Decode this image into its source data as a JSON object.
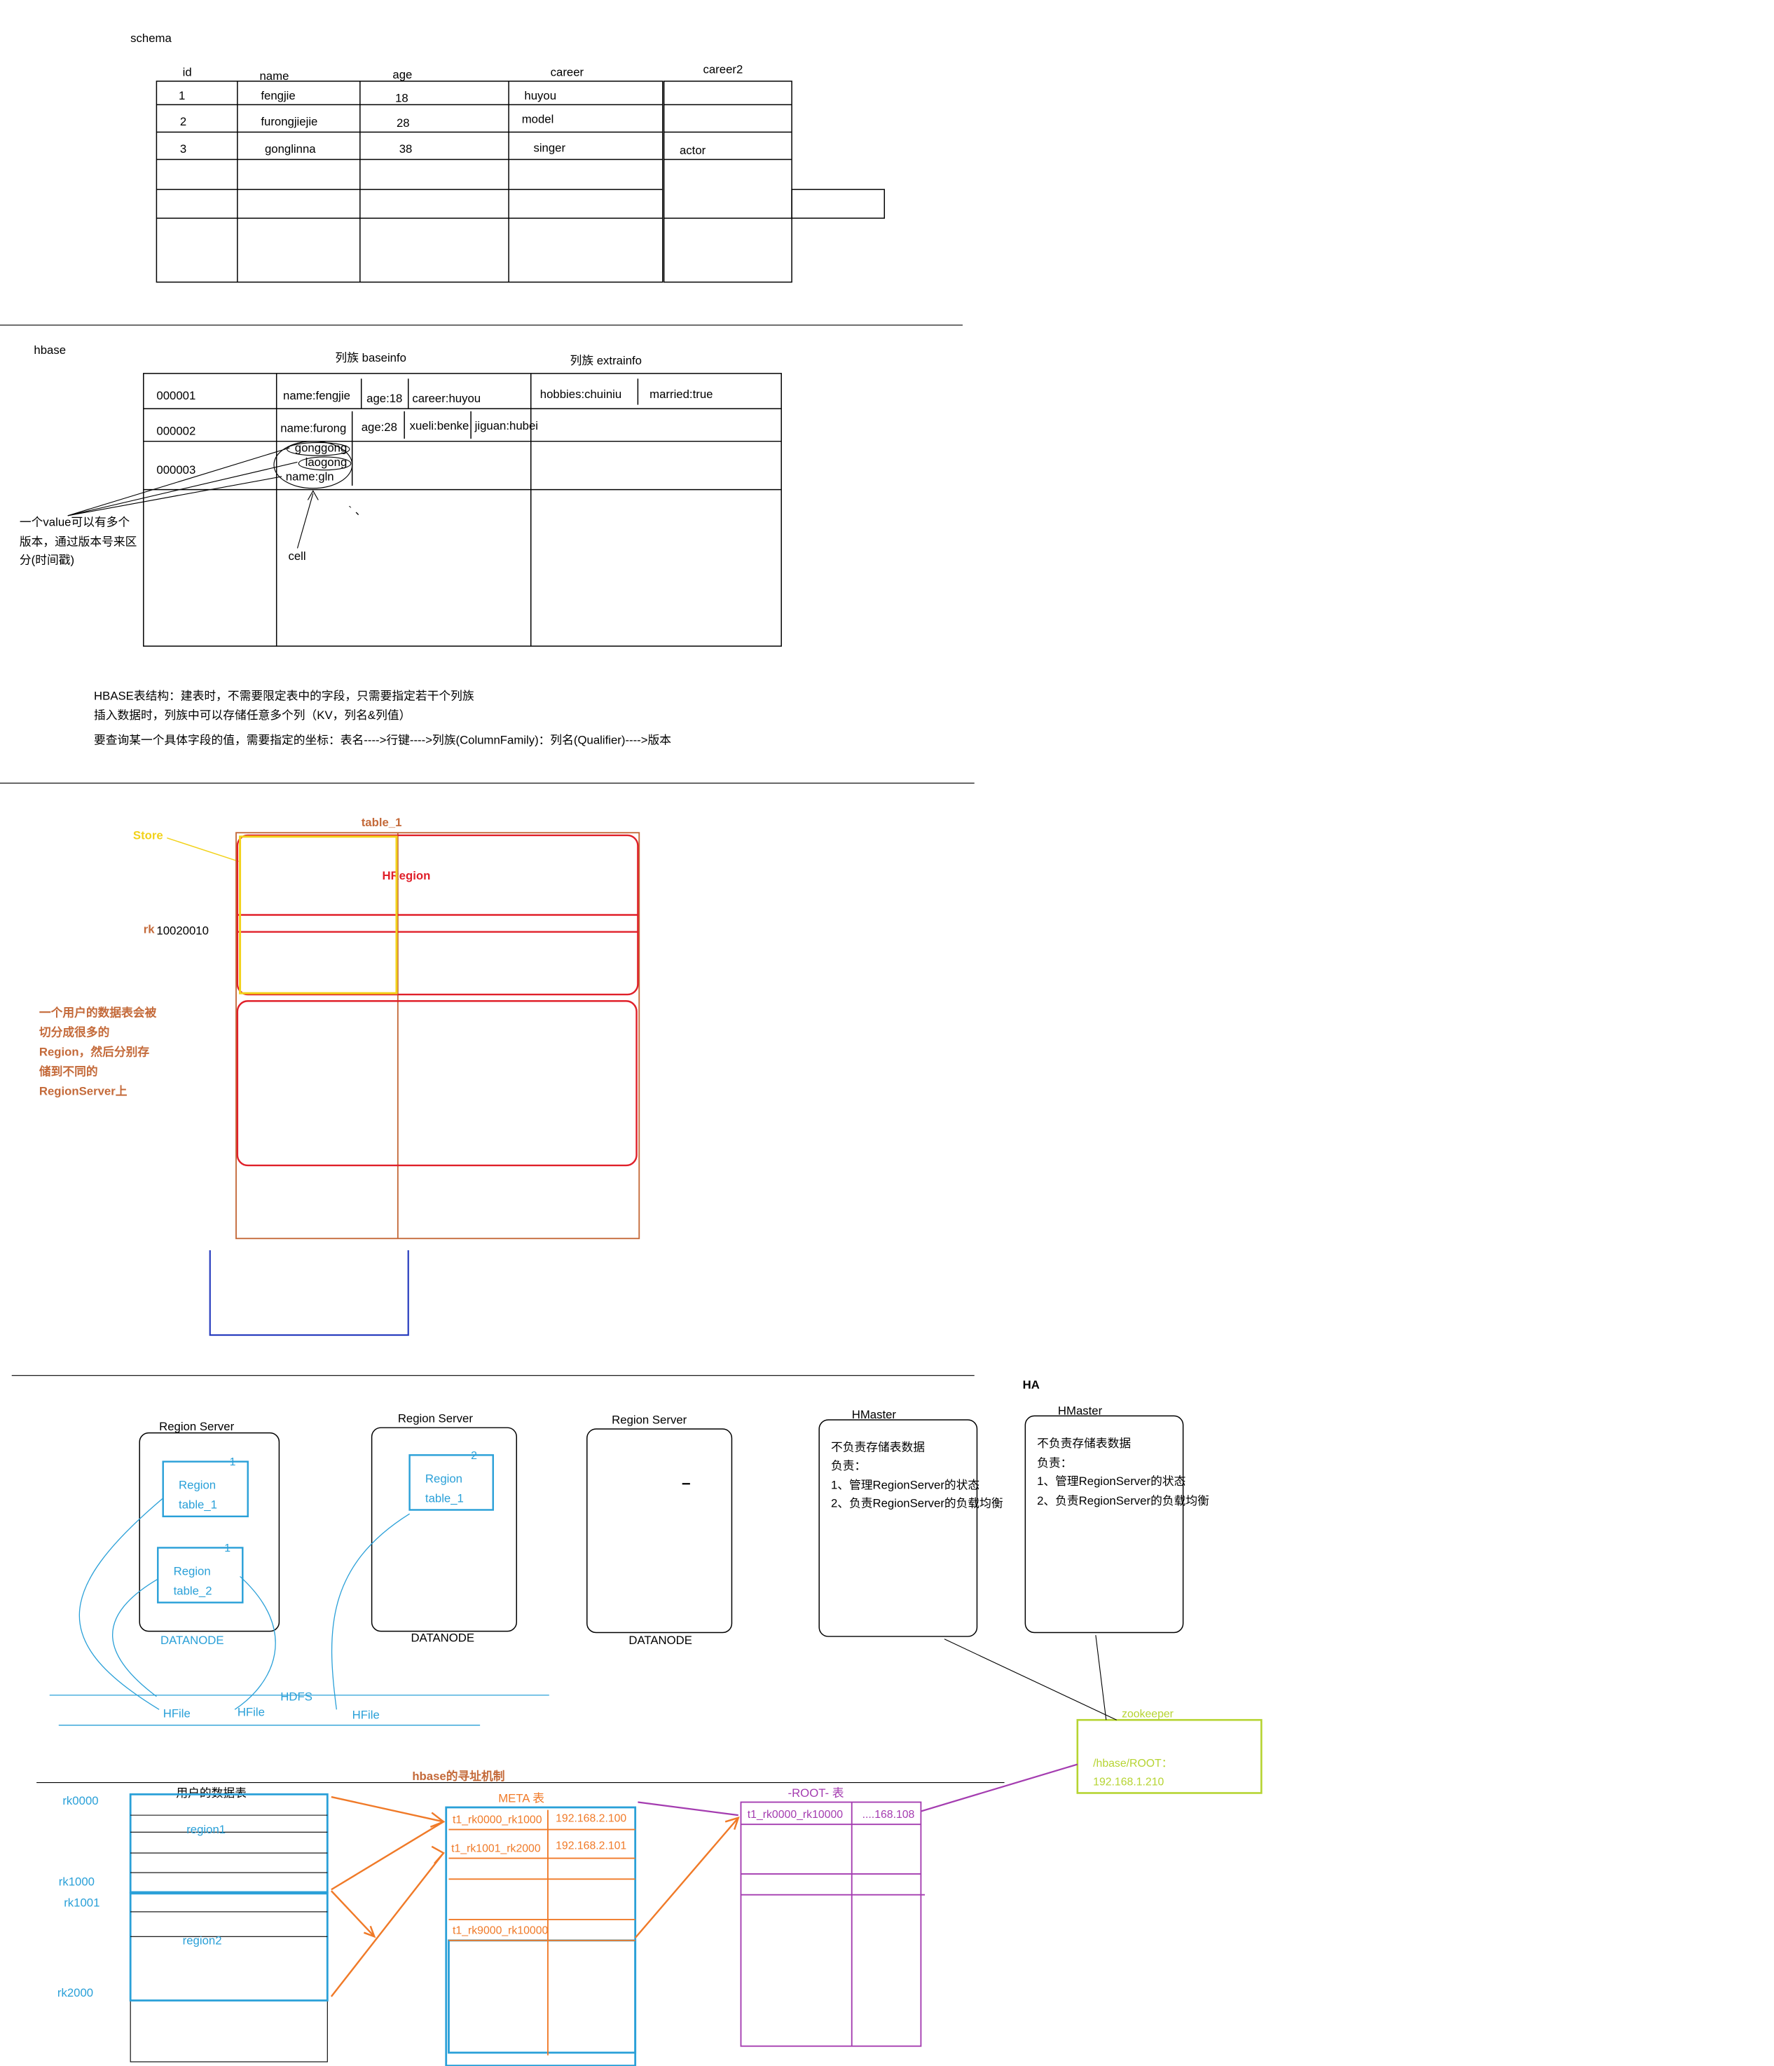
{
  "schema": {
    "label": "schema",
    "headers": [
      "id",
      "name",
      "age",
      "career",
      "career2"
    ],
    "rows": [
      [
        "1",
        "fengjie",
        "18",
        "huyou",
        ""
      ],
      [
        "2",
        "furongjiejie",
        "28",
        "model",
        ""
      ],
      [
        "3",
        "gonglinna",
        "38",
        "singer",
        "actor"
      ]
    ]
  },
  "hbase": {
    "label": "hbase",
    "family1": "列族 baseinfo",
    "family2": "列族 extrainfo",
    "rowkeys": [
      "000001",
      "000002",
      "000003"
    ],
    "r1": [
      "name:fengjie",
      "age:18",
      "career:huyou",
      "hobbies:chuiniu",
      "married:true"
    ],
    "r2": [
      "name:furong",
      "age:28",
      "xueli:benke",
      "jiguan:hubei"
    ],
    "r3_versions": [
      "gonggong",
      "laogong",
      "name:gln"
    ],
    "version_note": [
      "一个value可以有多个",
      "版本，通过版本号来区",
      "分(时间戳)"
    ],
    "cell_label": "cell",
    "desc": [
      "HBASE表结构：建表时，不需要限定表中的字段，只需要指定若干个列族",
      "插入数据时，列族中可以存储任意多个列（KV，列名&列值）",
      "要查询某一个具体字段的值，需要指定的坐标：表名---->行键---->列族(ColumnFamily)：列名(Qualifier)---->版本"
    ]
  },
  "region": {
    "store": "Store",
    "table": "table_1",
    "hregion": "HRegion",
    "rk": "rk",
    "rk_value": "10020010",
    "note": [
      "一个用户的数据表会被",
      "切分成很多的",
      "Region，然后分别存",
      "储到不同的",
      "RegionServer上"
    ]
  },
  "cluster": {
    "ha": "HA",
    "servers": [
      {
        "title": "Region Server",
        "foot": "DATANODE",
        "regions": [
          {
            "l1": "Region",
            "l2": "table_1",
            "num": "1"
          },
          {
            "l1": "Region",
            "l2": "table_2",
            "num": "1"
          }
        ]
      },
      {
        "title": "Region Server",
        "foot": "DATANODE",
        "regions": [
          {
            "l1": "Region",
            "l2": "table_1",
            "num": "2"
          }
        ]
      },
      {
        "title": "Region Server",
        "foot": "DATANODE",
        "regions": []
      }
    ],
    "masters": [
      {
        "title": "HMaster",
        "lines": [
          "不负责存储表数据",
          "负责：",
          "1、管理RegionServer的状态",
          "2、负责RegionServer的负载均衡"
        ]
      },
      {
        "title": "HMaster",
        "lines": [
          "不负责存储表数据",
          "负责：",
          "1、管理RegionServer的状态",
          "2、负责RegionServer的负载均衡"
        ]
      }
    ],
    "hdfs": "HDFS",
    "hfiles": [
      "HFile",
      "HFile",
      "HFile"
    ],
    "zookeeper": "zookeeper",
    "zk_lines": [
      "/hbase/ROOT：",
      "192.168.1.210"
    ]
  },
  "lookup": {
    "title": "hbase的寻址机制",
    "user_table": "用户的数据表",
    "rks": [
      "rk0000",
      "rk1000",
      "rk1001",
      "rk2000"
    ],
    "regions": [
      "region1",
      "region2"
    ],
    "meta": "META 表",
    "meta_rows": [
      [
        "t1_rk0000_rk1000",
        "192.168.2.100"
      ],
      [
        "t1_rk1001_rk2000",
        "192.168.2.101"
      ],
      [
        "t1_rk9000_rk10000",
        ""
      ]
    ],
    "root": "-ROOT-  表",
    "root_row": [
      "t1_rk0000_rk10000",
      "....168.108"
    ]
  },
  "colors": {
    "red": "#e0202a",
    "yellow": "#f2d21a",
    "brown": "#c46a3a",
    "blue": "#2a3fbf",
    "cyan": "#2aa0d8",
    "orange": "#f07a28",
    "purple": "#a43cb0",
    "lime": "#b6d432"
  }
}
